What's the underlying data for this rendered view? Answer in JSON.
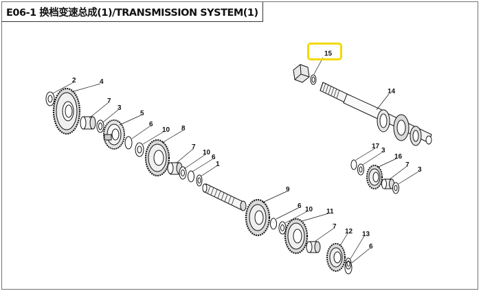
{
  "header": {
    "title": "E06-1 换档变速总成(1)/TRANSMISSION SYSTEM(1)"
  },
  "diagram": {
    "highlighted_part": "15",
    "highlight_color": "#f2d900",
    "callouts": {
      "c15": "15",
      "c14": "14",
      "c2": "2",
      "c4": "4",
      "c7a": "7",
      "c3a": "3",
      "c5": "5",
      "c6a": "6",
      "c10a": "10",
      "c8": "8",
      "c7b": "7",
      "c10b": "10",
      "c6b": "6",
      "c1": "1",
      "c17": "17",
      "c3b": "3",
      "c16": "16",
      "c7c": "7",
      "c3c": "3",
      "c9": "9",
      "c6c": "6",
      "c10c": "10",
      "c11": "11",
      "c7d": "7",
      "c12": "12",
      "c13": "13",
      "c6d": "6"
    }
  }
}
